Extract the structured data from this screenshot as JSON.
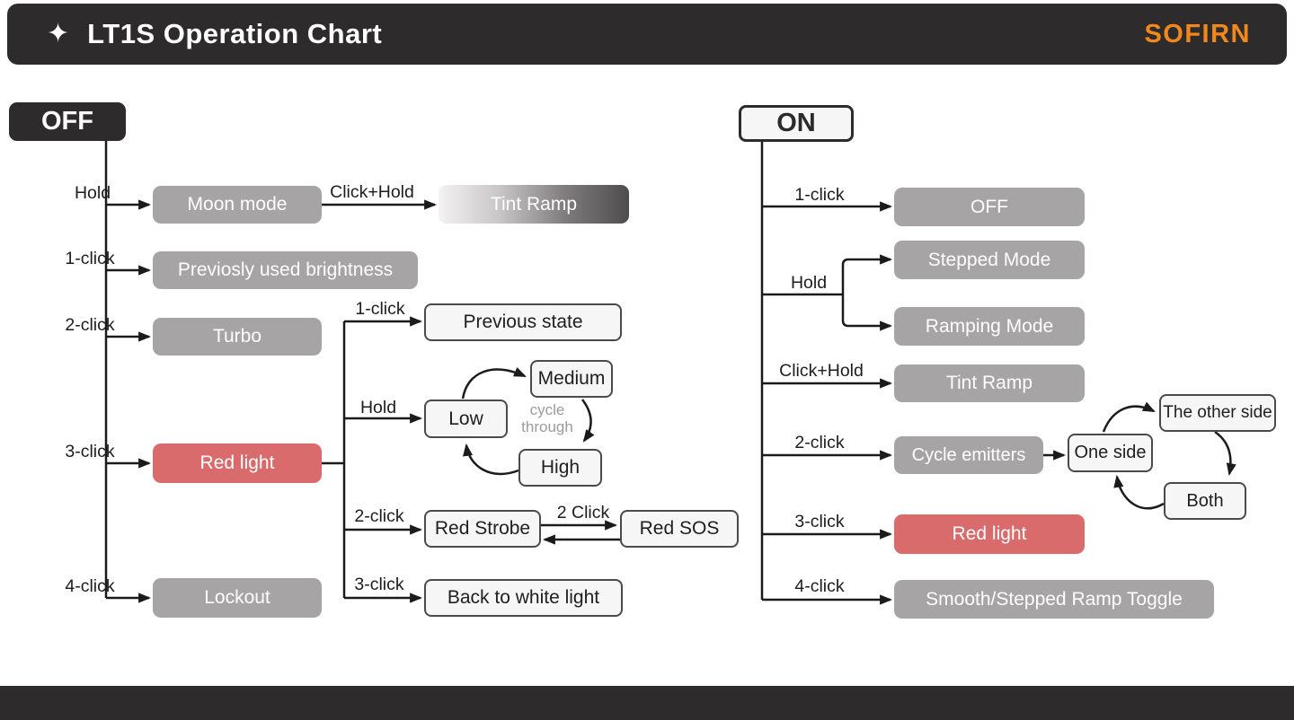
{
  "header": {
    "star": "✦",
    "title": "LT1S Operation Chart",
    "brand": "SOFIRN"
  },
  "colors": {
    "bar_dark": "#2e2b2c",
    "brand_orange": "#f0881c",
    "node_gray": "#a7a4a5",
    "node_red": "#d96b6c",
    "node_white": "#f7f6f6",
    "line": "#1b1b1b"
  },
  "off_tree": {
    "root": "OFF",
    "labels": {
      "hold": "Hold",
      "click1": "1-click",
      "click2": "2-click",
      "click3": "3-click",
      "click4": "4-click",
      "click_hold": "Click+Hold"
    },
    "nodes": {
      "moon": "Moon mode",
      "prev_brightness": "Previosly used brightness",
      "tint_ramp": "Tint Ramp",
      "turbo": "Turbo",
      "red_light": "Red light",
      "lockout": "Lockout"
    },
    "red_subtree": {
      "labels": {
        "click1": "1-click",
        "hold": "Hold",
        "click2": "2-click",
        "click3": "3-click",
        "sos_toggle": "2 Click"
      },
      "nodes": {
        "previous_state": "Previous state",
        "low": "Low",
        "medium": "Medium",
        "high": "High",
        "red_strobe": "Red Strobe",
        "red_sos": "Red SOS",
        "back_white": "Back to white light"
      },
      "cycle_note": "cycle\nthrough"
    }
  },
  "on_tree": {
    "root": "ON",
    "labels": {
      "click1": "1-click",
      "hold": "Hold",
      "click_hold": "Click+Hold",
      "click2": "2-click",
      "click3": "3-click",
      "click4": "4-click"
    },
    "nodes": {
      "off": "OFF",
      "stepped": "Stepped Mode",
      "ramping": "Ramping Mode",
      "tint_ramp": "Tint Ramp",
      "cycle_emitters": "Cycle emitters",
      "one_side": "One side",
      "other_side": "The other side",
      "both": "Both",
      "red_light": "Red light",
      "smooth_toggle": "Smooth/Stepped Ramp Toggle"
    }
  }
}
